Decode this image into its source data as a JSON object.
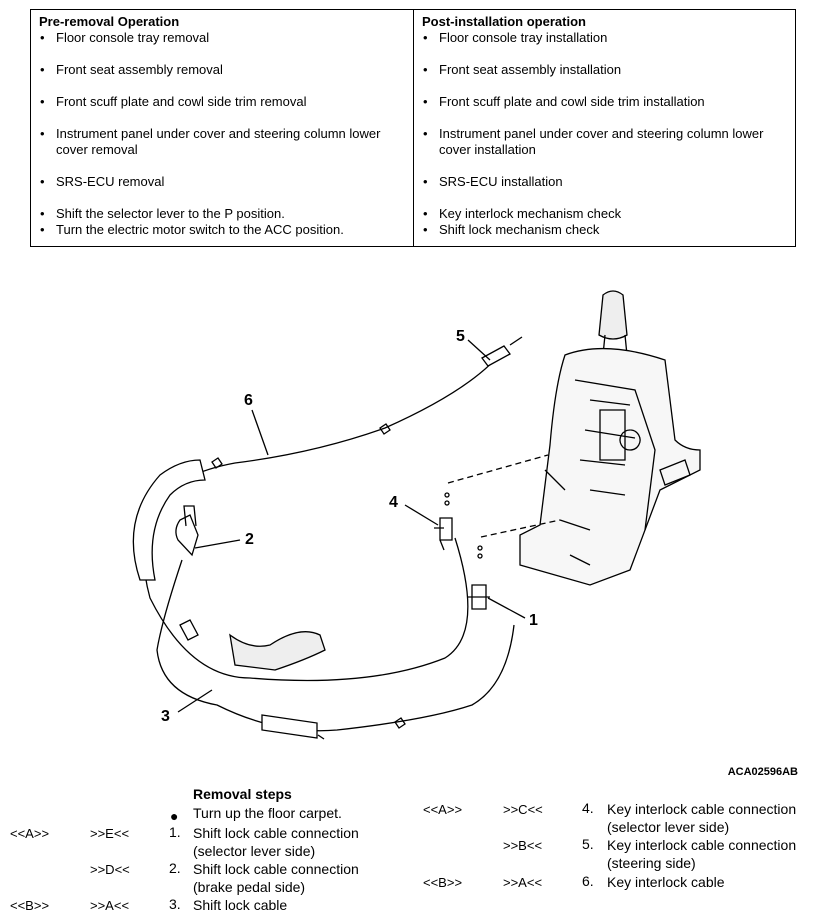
{
  "table": {
    "left_header": "Pre-removal Operation",
    "right_header": "Post-installation operation",
    "left_items": [
      "Floor console tray removal",
      "Front seat assembly removal",
      "Front scuff plate and cowl side trim removal",
      "Instrument panel under cover and steering column lower cover removal",
      "SRS-ECU removal",
      "Shift the selector lever to the P position.",
      "Turn the electric motor switch to the ACC position."
    ],
    "right_items": [
      "Floor console tray installation",
      "Front seat assembly installation",
      "Front scuff plate and cowl side trim installation",
      "Instrument panel under cover and steering column lower cover installation",
      "SRS-ECU installation",
      "Key interlock mechanism check",
      "Shift lock mechanism check"
    ]
  },
  "diagram": {
    "callouts": [
      "1",
      "2",
      "3",
      "4",
      "5",
      "6"
    ],
    "figure_code": "ACA02596AB"
  },
  "steps": {
    "title": "Removal steps",
    "pre_step": "Turn up the floor carpet.",
    "items": [
      {
        "rem": "<<A>>",
        "inst": ">>E<<",
        "num": "1.",
        "text": "Shift lock cable connection",
        "text2": "(selector lever side)"
      },
      {
        "rem": "",
        "inst": ">>D<<",
        "num": "2.",
        "text": "Shift lock cable connection",
        "text2": "(brake pedal side)"
      },
      {
        "rem": "<<B>>",
        "inst": ">>A<<",
        "num": "3.",
        "text": "Shift lock cable",
        "text2": ""
      },
      {
        "rem": "<<A>>",
        "inst": ">>C<<",
        "num": "4.",
        "text": "Key interlock cable connection",
        "text2": "(selector lever side)"
      },
      {
        "rem": "",
        "inst": ">>B<<",
        "num": "5.",
        "text": "Key interlock cable connection",
        "text2": "(steering side)"
      },
      {
        "rem": "<<B>>",
        "inst": ">>A<<",
        "num": "6.",
        "text": "Key interlock cable",
        "text2": ""
      }
    ]
  }
}
